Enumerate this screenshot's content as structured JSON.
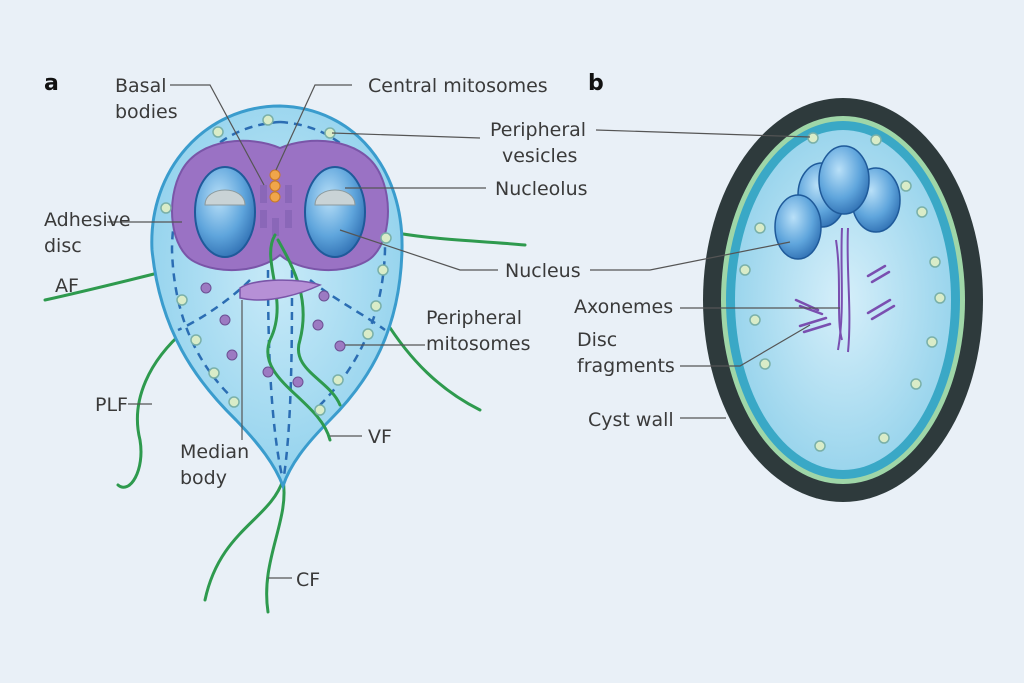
{
  "figure": {
    "panels": {
      "a": "a",
      "b": "b"
    },
    "labels_a": {
      "basal_bodies_1": "Basal",
      "basal_bodies_2": "bodies",
      "central_mitosomes": "Central mitosomes",
      "peripheral_vesicles_1": "Peripheral",
      "peripheral_vesicles_2": "vesicles",
      "nucleolus": "Nucleolus",
      "adhesive_disc_1": "Adhesive",
      "adhesive_disc_2": "disc",
      "nucleus": "Nucleus",
      "af": "AF",
      "peripheral_mitosomes_1": "Peripheral",
      "peripheral_mitosomes_2": "mitosomes",
      "plf": "PLF",
      "median_body_1": "Median",
      "median_body_2": "body",
      "vf": "VF",
      "cf": "CF"
    },
    "labels_b": {
      "axonemes": "Axonemes",
      "disc_fragments_1": "Disc",
      "disc_fragments_2": "fragments",
      "cyst_wall": "Cyst wall"
    },
    "colors": {
      "cell_fill": "#8ed0ec",
      "cell_outline": "#3a9ccd",
      "disc_purple": "#9a72c4",
      "nucleus_blue": "#3f86c6",
      "flagella_green": "#2e9a4e",
      "cyst_wall_dark": "#2e3a3c",
      "cyst_ring_green": "#9fd6a8"
    }
  }
}
